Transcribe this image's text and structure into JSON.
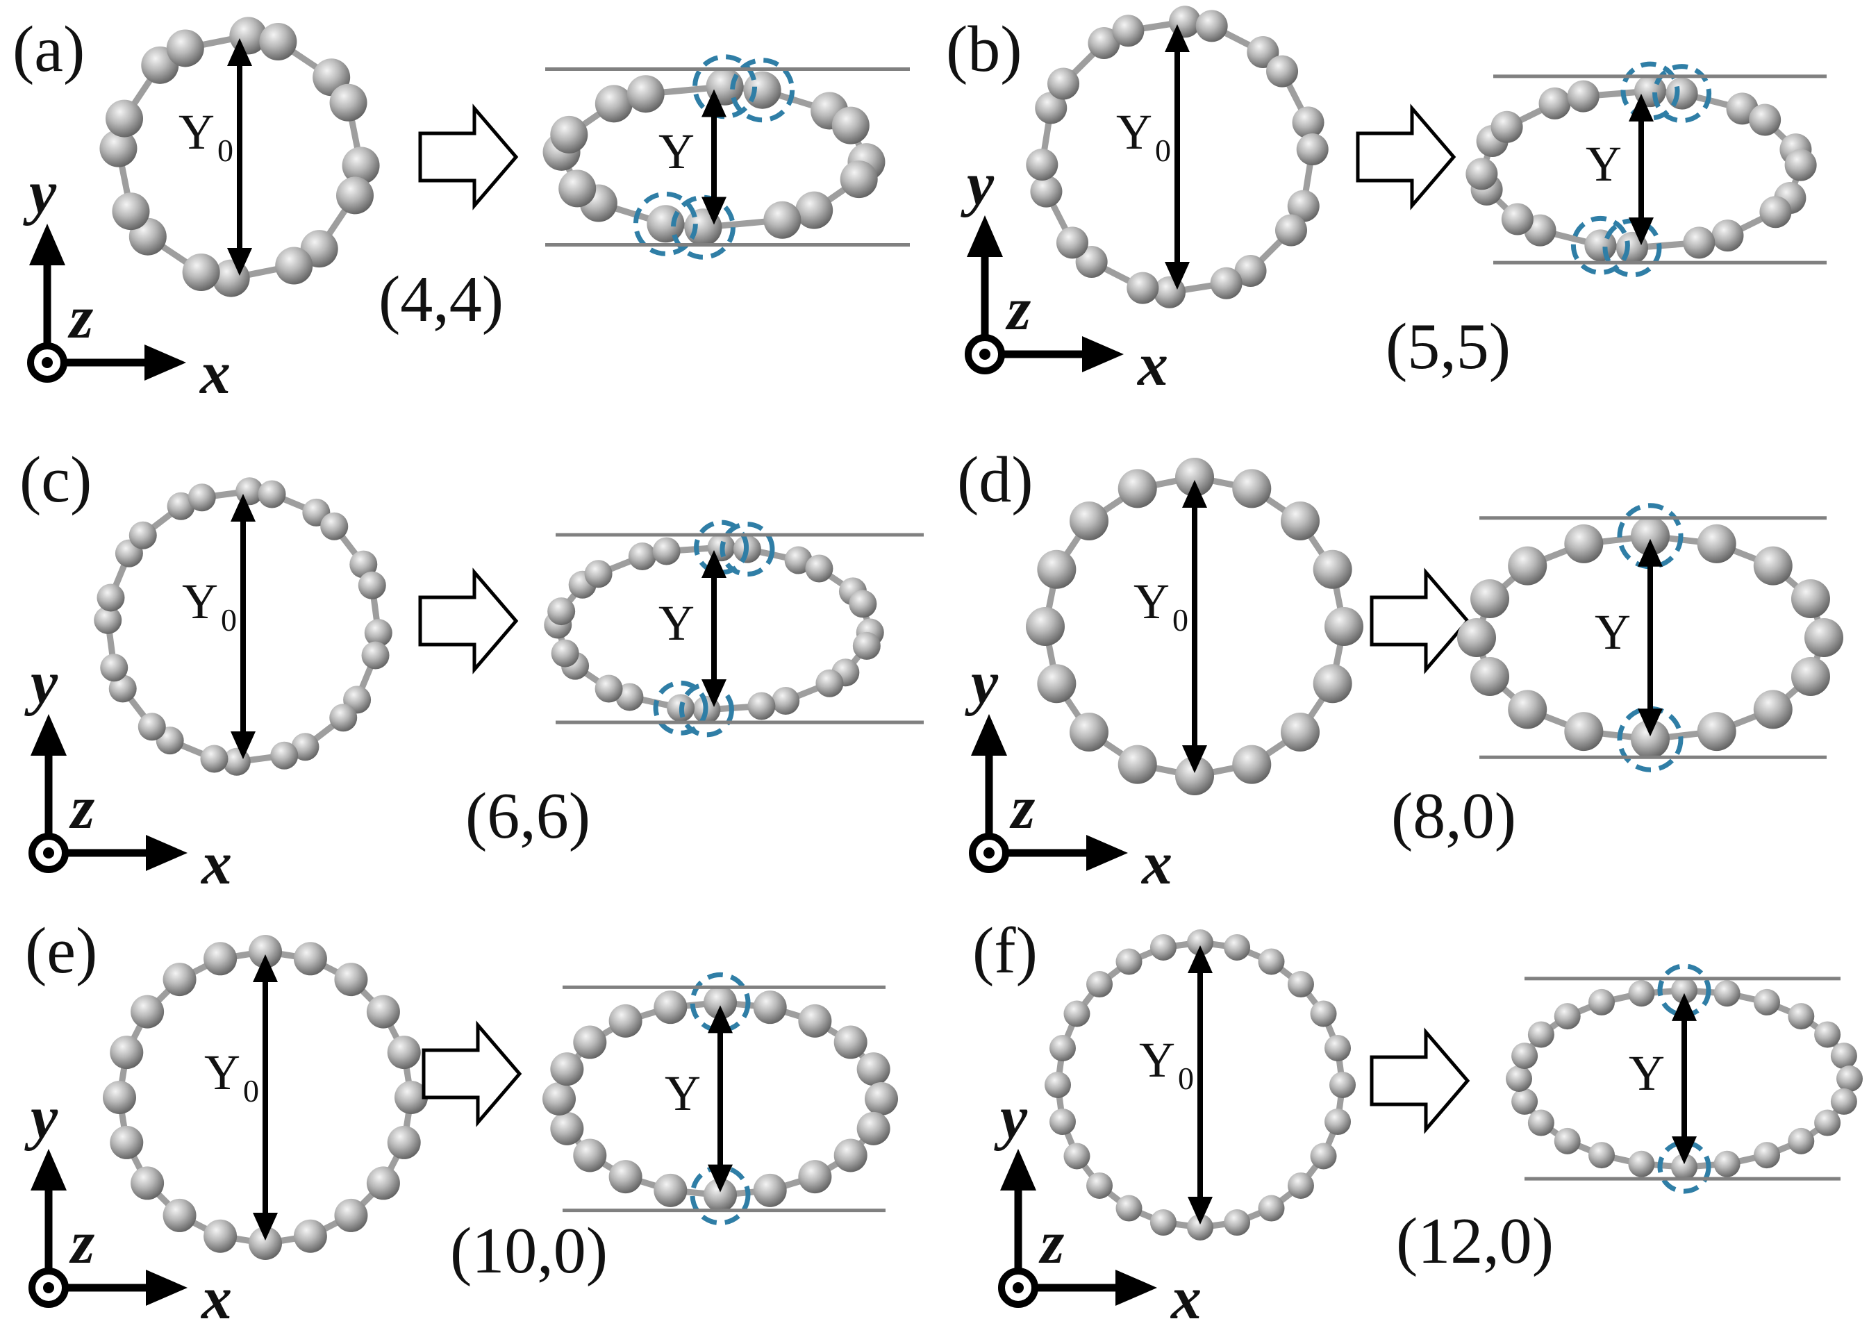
{
  "colors": {
    "atom": "#a3a3a3",
    "bond": "#9e9e9e",
    "highlight": "#2f7ea6",
    "arrow": "#000000",
    "plate": "#808080"
  },
  "axis_labels": {
    "y": "y",
    "z": "z",
    "x": "x"
  },
  "panels": [
    {
      "label": "(a)",
      "chirality": "(4,4)",
      "initial_label": "Y",
      "initial_sub": "0",
      "deformed_label": "Y",
      "atoms": 16,
      "highlighted_atoms": 4,
      "flatness": 0.58,
      "bond_style": "pairs"
    },
    {
      "label": "(b)",
      "chirality": "(5,5)",
      "initial_label": "Y",
      "initial_sub": "0",
      "deformed_label": "Y",
      "atoms": 20,
      "highlighted_atoms": 4,
      "flatness": 0.58,
      "bond_style": "pairs"
    },
    {
      "label": "(c)",
      "chirality": "(6,6)",
      "initial_label": "Y",
      "initial_sub": "0",
      "deformed_label": "Y",
      "atoms": 24,
      "highlighted_atoms": 4,
      "flatness": 0.6,
      "bond_style": "pairs"
    },
    {
      "label": "(d)",
      "chirality": "(8,0)",
      "initial_label": "Y",
      "initial_sub": "0",
      "deformed_label": "Y",
      "atoms": 16,
      "highlighted_atoms": 2,
      "flatness": 0.68,
      "bond_style": "zigzag"
    },
    {
      "label": "(e)",
      "chirality": "(10,0)",
      "initial_label": "Y",
      "initial_sub": "0",
      "deformed_label": "Y",
      "atoms": 20,
      "highlighted_atoms": 2,
      "flatness": 0.66,
      "bond_style": "zigzag"
    },
    {
      "label": "(f)",
      "chirality": "(12,0)",
      "initial_label": "Y",
      "initial_sub": "0",
      "deformed_label": "Y",
      "atoms": 24,
      "highlighted_atoms": 2,
      "flatness": 0.62,
      "bond_style": "zigzag"
    }
  ]
}
